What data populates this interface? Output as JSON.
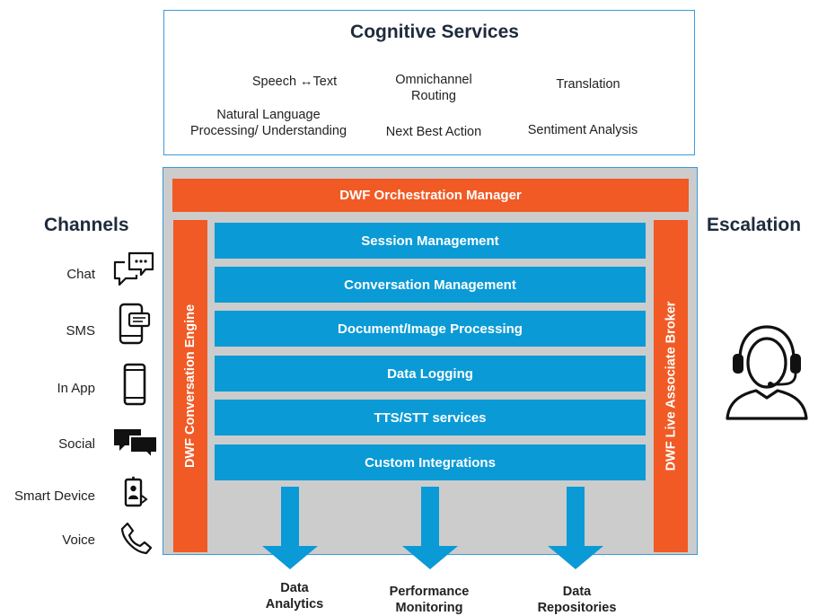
{
  "cognitive_services": {
    "title": "Cognitive Services",
    "items": {
      "speech_text": "Speech ↔Text",
      "omnichannel_1": "Omnichannel",
      "omnichannel_2": "Routing",
      "translation": "Translation",
      "nlp_1": "Natural Language",
      "nlp_2": "Processing/ Understanding",
      "next_best_action": "Next Best Action",
      "sentiment": "Sentiment Analysis"
    }
  },
  "platform": {
    "orchestration": "DWF Orchestration Manager",
    "conversation_engine": "DWF Conversation Engine",
    "live_associate_broker": "DWF Live Associate Broker",
    "layers": [
      "Session Management",
      "Conversation Management",
      "Document/Image Processing",
      "Data Logging",
      "TTS/STT services",
      "Custom Integrations"
    ]
  },
  "channels": {
    "heading": "Channels",
    "items": [
      {
        "label": "Chat",
        "icon": "chat-icon"
      },
      {
        "label": "SMS",
        "icon": "sms-icon"
      },
      {
        "label": "In App",
        "icon": "smartphone-icon"
      },
      {
        "label": "Social",
        "icon": "social-icon"
      },
      {
        "label": "Smart Device",
        "icon": "smart-device-icon"
      },
      {
        "label": "Voice",
        "icon": "phone-icon"
      }
    ]
  },
  "escalation": {
    "heading": "Escalation",
    "icon": "headset-agent-icon"
  },
  "outputs": {
    "analytics_1": "Data",
    "analytics_2": "Analytics",
    "monitoring_1": "Performance",
    "monitoring_2": "Monitoring",
    "repositories_1": "Data",
    "repositories_2": "Repositories"
  },
  "colors": {
    "orange": "#f15a24",
    "blue": "#0a9ad6",
    "gray": "#cccccc",
    "border": "#3a9ad9"
  }
}
